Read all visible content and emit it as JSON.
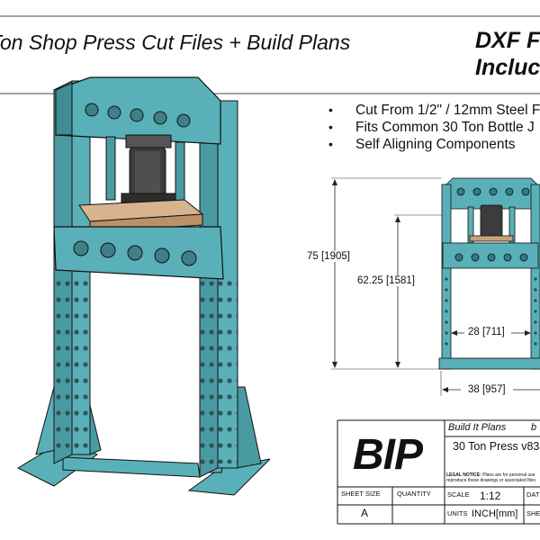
{
  "header": {
    "title_left": "Ton Shop Press Cut Files + Build Plans",
    "title_right_line1": "DXF F",
    "title_right_line2": "Incluc"
  },
  "features": [
    "Cut From 1/2\" / 12mm Steel F",
    "Fits Common 30 Ton Bottle J",
    "Self Aligning Components"
  ],
  "dimensions": {
    "overall_height": "75 [1905]",
    "working_height": "62.25 [1581]",
    "inner_width": "28 [711]",
    "overall_width": "38 [957]"
  },
  "title_block": {
    "logo": "BIP",
    "company": "Build It Plans",
    "company_suffix": "b",
    "project": "30 Ton Press v83",
    "legal_label": "LEGAL NOTICE:",
    "legal_text_line1": "Plans are for personal use",
    "legal_text_line2": "reproduce these drawings or associated files",
    "sheet_size_label": "SHEET SIZE",
    "sheet_size_value": "A",
    "quantity_label": "QUANTITY",
    "scale_label": "SCALE",
    "scale_value": "1:12",
    "date_label": "DAT",
    "units_label": "UNITS",
    "units_value": "INCH[mm]",
    "sheet_label": "SHE"
  },
  "colors": {
    "frame": "#5ab0b8",
    "frame_dark": "#2f7d86",
    "plate": "#c9a27a",
    "jack": "#3c3c3c",
    "line": "#111111"
  }
}
